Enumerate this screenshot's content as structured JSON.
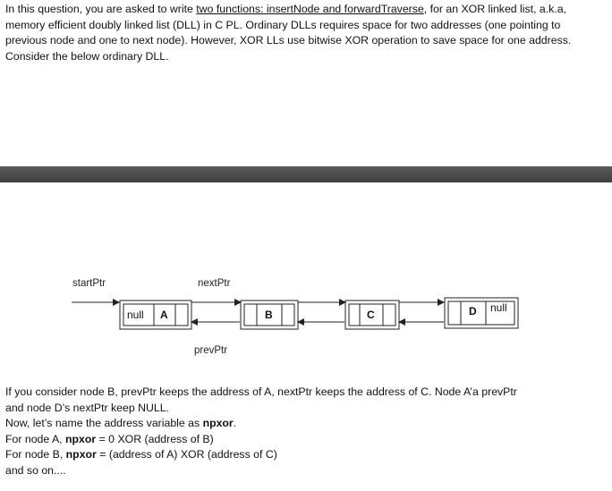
{
  "intro": {
    "p1": "In this question, you are asked to write ",
    "link": "two functions: insertNode and forwardTraverse",
    "p2": ", for an XOR linked list, a.k.a, memory efficient doubly linked list (DLL) in C PL. Ordinary DLLs requires space for two addresses (one pointing to previous node and one to next node). However, XOR LLs use bitwise XOR operation to save space for one address. Consider the below ordinary DLL."
  },
  "diagram": {
    "start_label": "startPtr",
    "next_label": "nextPtr",
    "prev_label": "prevPtr",
    "nodes": [
      {
        "null_text": "null",
        "name": "A"
      },
      {
        "name": "B"
      },
      {
        "name": "C"
      },
      {
        "name": "D",
        "null_text": "null"
      }
    ]
  },
  "explanation": {
    "line1": "If you consider node B, prevPtr keeps the address of A, nextPtr keeps the address of C. Node A’a prevPtr",
    "line2": "and node D’s nextPtr keep NULL.",
    "line3_prefix": "Now, let’s name the address variable as ",
    "var_name": "npxor",
    "line3_suffix": ".",
    "line4_prefix": "For node A, ",
    "line4_suffix": " = 0 XOR (address of B)",
    "line5_prefix": "For node B, ",
    "line5_suffix": " = (address of A) XOR (address of C)",
    "line6": "and so on...."
  }
}
